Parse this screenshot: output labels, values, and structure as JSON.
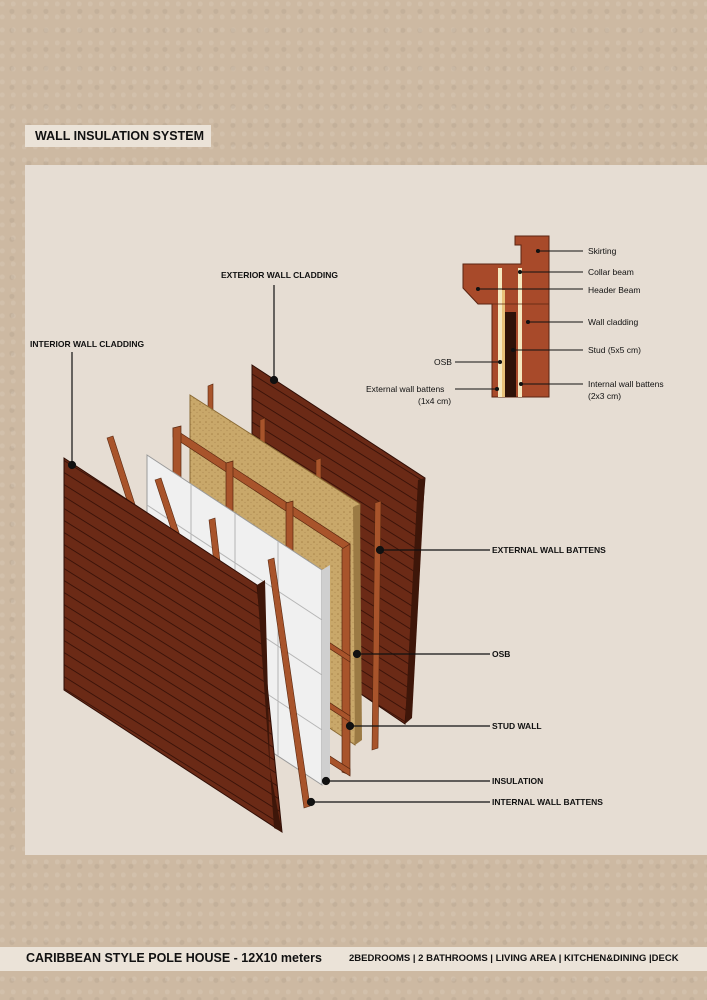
{
  "section_title": "WALL INSULATION SYSTEM",
  "labels": {
    "exterior_wall_cladding": "EXTERIOR WALL CLADDING",
    "interior_wall_cladding": "INTERIOR WALL CLADDING",
    "external_wall_battens": "EXTERNAL WALL BATTENS",
    "osb": "OSB",
    "stud_wall": "STUD WALL",
    "insulation": "INSULATION",
    "internal_wall_battens": "INTERNAL WALL BATTENS"
  },
  "section_detail": {
    "skirting": "Skirting",
    "collar_beam": "Collar beam",
    "header_beam": "Header Beam",
    "wall_cladding": "Wall cladding",
    "stud": "Stud (5x5 cm)",
    "osb": "OSB",
    "internal_wall_battens_line1": "Internal wall battens",
    "internal_wall_battens_line2": "(2x3 cm)",
    "external_wall_battens_line1": "External wall battens",
    "external_wall_battens_line2": "(1x4 cm)"
  },
  "footer": {
    "project": "CARIBBEAN STYLE POLE HOUSE - 12X10 meters",
    "program": "2BEDROOMS | 2 BATHROOMS | LIVING AREA | KITCHEN&DINING |DECK"
  },
  "colors": {
    "cladding": "#6b2a16",
    "timber": "#a8542b",
    "osb": "#c9a86a",
    "insulation": "#efefef",
    "panel": "#e6ddd3",
    "background": "#cdb9a2"
  }
}
